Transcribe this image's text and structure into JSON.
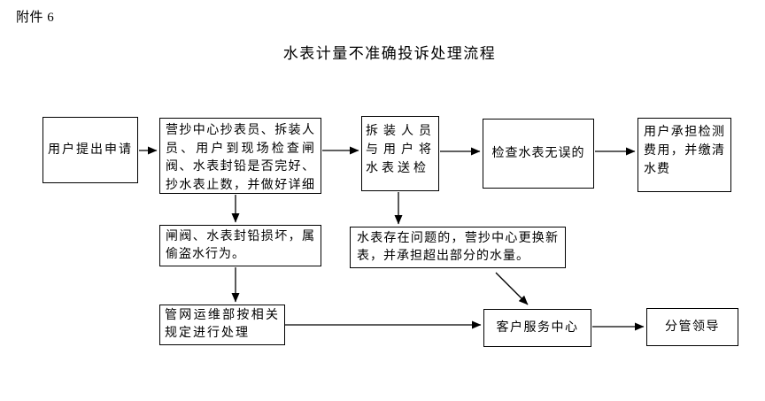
{
  "page": {
    "attachment_label": "附件 6",
    "title": "水表计量不准确投诉处理流程"
  },
  "colors": {
    "ink": "#000000",
    "background": "#ffffff"
  },
  "flowchart": {
    "nodes": [
      {
        "id": "user-application",
        "text": "用户提出申请"
      },
      {
        "id": "site-inspection",
        "text": "营抄中心抄表员、拆装人员、用户到现场检查闸阀、水表封铅是否完好、抄水表止数，并做好详细记录。"
      },
      {
        "id": "send-meter-to-test",
        "text": "拆装人员与用户将水表送检"
      },
      {
        "id": "meter-correct",
        "text": "检查水表无误的"
      },
      {
        "id": "user-pays-fee",
        "text": "用户承担检测费用，并缴清水费"
      },
      {
        "id": "water-theft",
        "text": "闸阀、水表封铅损坏，属偷盗水行为。"
      },
      {
        "id": "meter-problem",
        "text": "水表存在问题的，营抄中心更换新表，并承担超出部分的水量。"
      },
      {
        "id": "pipeline-dept",
        "text": "管网运维部按相关规定进行处理"
      },
      {
        "id": "customer-service",
        "text": "客户服务中心"
      },
      {
        "id": "leader-in-charge",
        "text": "分管领导"
      }
    ]
  }
}
